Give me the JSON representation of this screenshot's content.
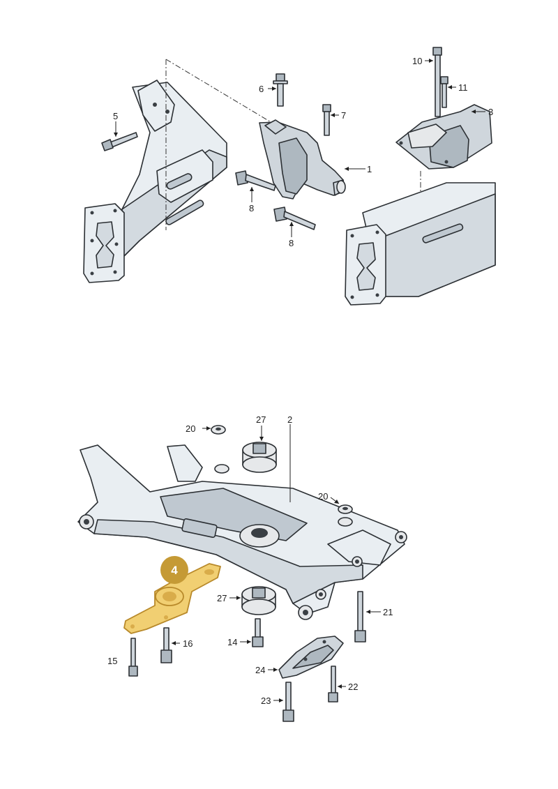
{
  "callouts": {
    "c1": "1",
    "c2": "2",
    "c3": "3",
    "c4": "4",
    "c5": "5",
    "c6": "6",
    "c7": "7",
    "c8a": "8",
    "c8b": "8",
    "c10": "10",
    "c11": "11",
    "c14": "14",
    "c15": "15",
    "c16": "16",
    "c20a": "20",
    "c20b": "20",
    "c21": "21",
    "c22": "22",
    "c23": "23",
    "c24": "24",
    "c27a": "27",
    "c27b": "27"
  },
  "colors": {
    "highlight": "#f1cf72",
    "badge": "#c59a35",
    "line": "#1e1e1e"
  }
}
